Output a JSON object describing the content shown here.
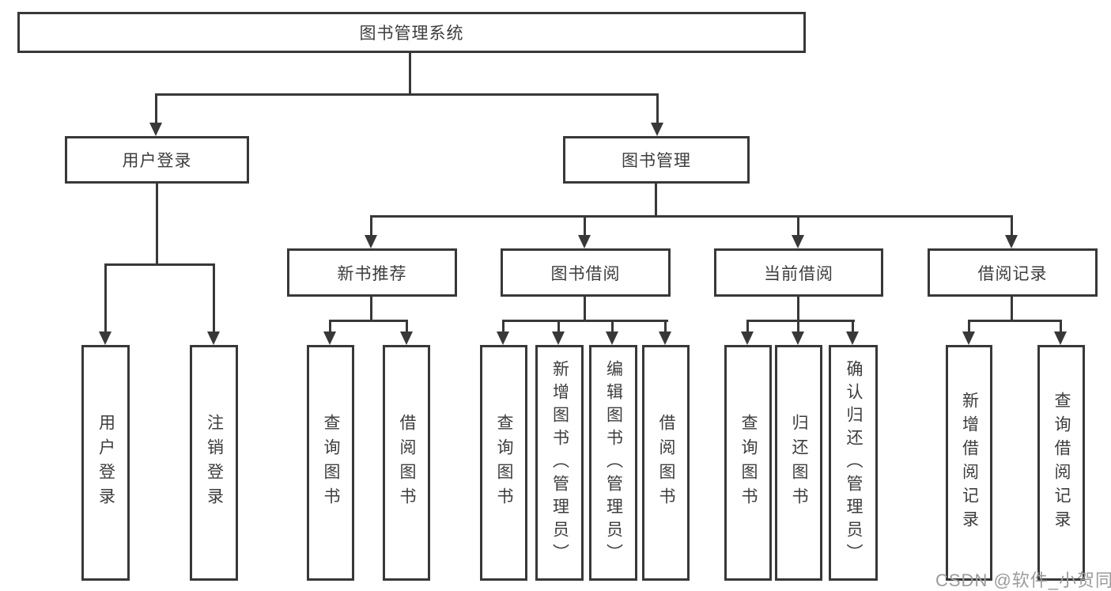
{
  "tree": {
    "label": "图书管理系统",
    "children": [
      {
        "label": "用户登录",
        "children": [
          {
            "label": "用户登录"
          },
          {
            "label": "注销登录"
          }
        ]
      },
      {
        "label": "图书管理",
        "children": [
          {
            "label": "新书推荐",
            "children": [
              {
                "label": "查询图书"
              },
              {
                "label": "借阅图书"
              }
            ]
          },
          {
            "label": "图书借阅",
            "children": [
              {
                "label": "查询图书"
              },
              {
                "label": "新增图书（管理员）"
              },
              {
                "label": "编辑图书（管理员）"
              },
              {
                "label": "借阅图书"
              }
            ]
          },
          {
            "label": "当前借阅",
            "children": [
              {
                "label": "查询图书"
              },
              {
                "label": "归还图书"
              },
              {
                "label": "确认归还（管理员）"
              }
            ]
          },
          {
            "label": "借阅记录",
            "children": [
              {
                "label": "新增借阅记录"
              },
              {
                "label": "查询借阅记录"
              }
            ]
          }
        ]
      }
    ]
  },
  "watermark": {
    "text": "CSDN @软件_小贺同学"
  },
  "colors": {
    "line": "#383838",
    "text": "#3d3d3d",
    "watermark": "#9b9b9b",
    "background": "#ffffff"
  }
}
